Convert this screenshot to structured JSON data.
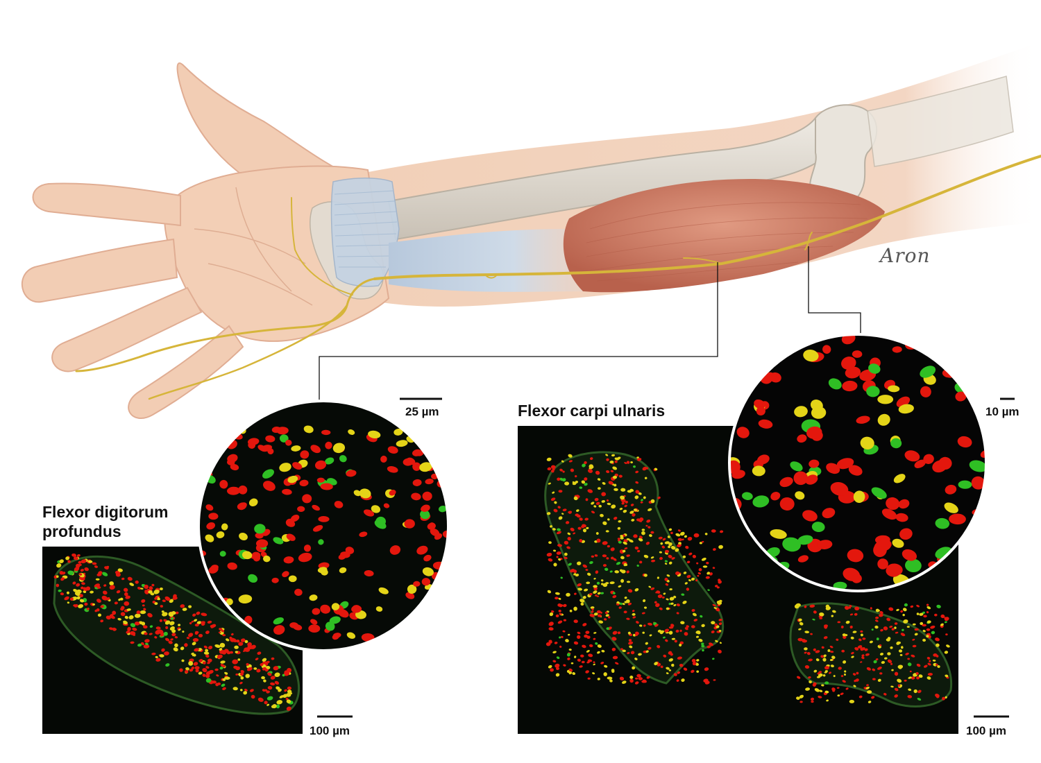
{
  "labels": {
    "fdp_title_line1": "Flexor digitorum",
    "fdp_title_line2": "profundus",
    "fcu_title": "Flexor carpi ulnaris",
    "fdp_zoom_scale": "25 µm",
    "fcu_zoom_scale": "10 µm",
    "fdp_section_scale": "100 µm",
    "fcu_section_scale": "100 µm",
    "artist_signature": "Aron"
  },
  "colors": {
    "skin": "#f3d3bd",
    "skin_shadow": "#e0b094",
    "bone": "#e6e1d8",
    "bone_shadow": "#bdb5a8",
    "ligament": "#c4d3e3",
    "muscle": "#d2826b",
    "nerve": "#d6b53a",
    "micrograph_bg": "#050805",
    "axon_red": "#e3170d",
    "axon_yellow": "#e4d418",
    "axon_green": "#2fbf24",
    "callout_line": "#111111"
  }
}
